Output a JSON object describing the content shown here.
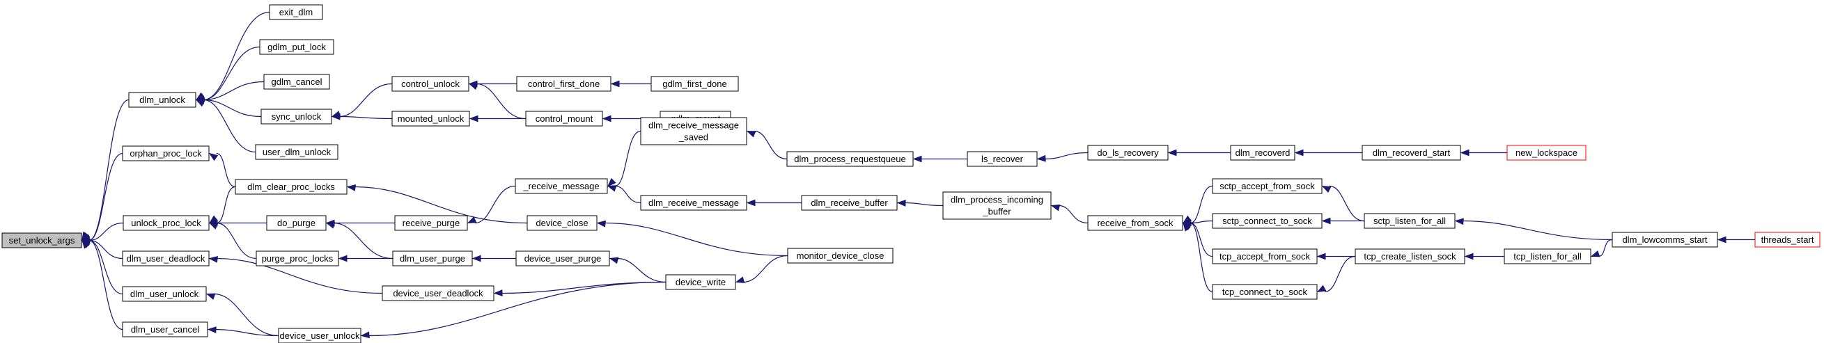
{
  "graph": {
    "edge_color": "#191970",
    "root_fill": "#bfbfbf",
    "truncated_border_color": "#ff0000",
    "nodes": [
      {
        "id": "set_unlock_args",
        "lines": [
          "set_unlock_args"
        ],
        "kind": "root"
      },
      {
        "id": "dlm_unlock",
        "lines": [
          "dlm_unlock"
        ]
      },
      {
        "id": "exit_dlm",
        "lines": [
          "exit_dlm"
        ]
      },
      {
        "id": "gdlm_put_lock",
        "lines": [
          "gdlm_put_lock"
        ]
      },
      {
        "id": "gdlm_cancel",
        "lines": [
          "gdlm_cancel"
        ]
      },
      {
        "id": "sync_unlock",
        "lines": [
          "sync_unlock"
        ]
      },
      {
        "id": "user_dlm_unlock",
        "lines": [
          "user_dlm_unlock"
        ]
      },
      {
        "id": "control_unlock",
        "lines": [
          "control_unlock"
        ]
      },
      {
        "id": "mounted_unlock",
        "lines": [
          "mounted_unlock"
        ]
      },
      {
        "id": "control_first_done",
        "lines": [
          "control_first_done"
        ]
      },
      {
        "id": "control_mount",
        "lines": [
          "control_mount"
        ]
      },
      {
        "id": "gdlm_first_done",
        "lines": [
          "gdlm_first_done"
        ]
      },
      {
        "id": "gdlm_mount",
        "lines": [
          "gdlm_mount"
        ]
      },
      {
        "id": "orphan_proc_lock",
        "lines": [
          "orphan_proc_lock"
        ]
      },
      {
        "id": "unlock_proc_lock",
        "lines": [
          "unlock_proc_lock"
        ]
      },
      {
        "id": "dlm_clear_proc_locks",
        "lines": [
          "dlm_clear_proc_locks"
        ]
      },
      {
        "id": "do_purge",
        "lines": [
          "do_purge"
        ]
      },
      {
        "id": "purge_proc_locks",
        "lines": [
          "purge_proc_locks"
        ]
      },
      {
        "id": "receive_purge",
        "lines": [
          "receive_purge"
        ]
      },
      {
        "id": "dlm_user_purge",
        "lines": [
          "dlm_user_purge"
        ]
      },
      {
        "id": "_receive_message",
        "lines": [
          "_receive_message"
        ]
      },
      {
        "id": "device_close",
        "lines": [
          "device_close"
        ]
      },
      {
        "id": "device_user_purge",
        "lines": [
          "device_user_purge"
        ]
      },
      {
        "id": "dlm_receive_message_saved",
        "lines": [
          "dlm_receive_message",
          "_saved"
        ]
      },
      {
        "id": "dlm_receive_message",
        "lines": [
          "dlm_receive_message"
        ]
      },
      {
        "id": "dlm_process_requestqueue",
        "lines": [
          "dlm_process_requestqueue"
        ]
      },
      {
        "id": "dlm_receive_buffer",
        "lines": [
          "dlm_receive_buffer"
        ]
      },
      {
        "id": "ls_recover",
        "lines": [
          "ls_recover"
        ]
      },
      {
        "id": "dlm_process_incoming_buffer",
        "lines": [
          "dlm_process_incoming",
          "_buffer"
        ]
      },
      {
        "id": "do_ls_recovery",
        "lines": [
          "do_ls_recovery"
        ]
      },
      {
        "id": "receive_from_sock",
        "lines": [
          "receive_from_sock"
        ]
      },
      {
        "id": "dlm_recoverd",
        "lines": [
          "dlm_recoverd"
        ]
      },
      {
        "id": "dlm_recoverd_start",
        "lines": [
          "dlm_recoverd_start"
        ]
      },
      {
        "id": "new_lockspace",
        "lines": [
          "new_lockspace"
        ],
        "kind": "trunc"
      },
      {
        "id": "sctp_accept_from_sock",
        "lines": [
          "sctp_accept_from_sock"
        ]
      },
      {
        "id": "sctp_connect_to_sock",
        "lines": [
          "sctp_connect_to_sock"
        ]
      },
      {
        "id": "tcp_accept_from_sock",
        "lines": [
          "tcp_accept_from_sock"
        ]
      },
      {
        "id": "tcp_connect_to_sock",
        "lines": [
          "tcp_connect_to_sock"
        ]
      },
      {
        "id": "sctp_listen_for_all",
        "lines": [
          "sctp_listen_for_all"
        ]
      },
      {
        "id": "tcp_create_listen_sock",
        "lines": [
          "tcp_create_listen_sock"
        ]
      },
      {
        "id": "tcp_listen_for_all",
        "lines": [
          "tcp_listen_for_all"
        ]
      },
      {
        "id": "dlm_lowcomms_start",
        "lines": [
          "dlm_lowcomms_start"
        ]
      },
      {
        "id": "threads_start",
        "lines": [
          "threads_start"
        ],
        "kind": "trunc"
      },
      {
        "id": "dlm_user_deadlock",
        "lines": [
          "dlm_user_deadlock"
        ]
      },
      {
        "id": "dlm_user_unlock",
        "lines": [
          "dlm_user_unlock"
        ]
      },
      {
        "id": "dlm_user_cancel",
        "lines": [
          "dlm_user_cancel"
        ]
      },
      {
        "id": "device_user_deadlock",
        "lines": [
          "device_user_deadlock"
        ]
      },
      {
        "id": "device_user_unlock",
        "lines": [
          "device_user_unlock"
        ]
      },
      {
        "id": "device_write",
        "lines": [
          "device_write"
        ]
      },
      {
        "id": "monitor_device_close",
        "lines": [
          "monitor_device_close"
        ]
      }
    ],
    "edges": [
      [
        "dlm_unlock",
        "set_unlock_args"
      ],
      [
        "orphan_proc_lock",
        "set_unlock_args"
      ],
      [
        "unlock_proc_lock",
        "set_unlock_args"
      ],
      [
        "dlm_user_deadlock",
        "set_unlock_args"
      ],
      [
        "dlm_user_unlock",
        "set_unlock_args"
      ],
      [
        "dlm_user_cancel",
        "set_unlock_args"
      ],
      [
        "exit_dlm",
        "dlm_unlock"
      ],
      [
        "gdlm_put_lock",
        "dlm_unlock"
      ],
      [
        "gdlm_cancel",
        "dlm_unlock"
      ],
      [
        "sync_unlock",
        "dlm_unlock"
      ],
      [
        "user_dlm_unlock",
        "dlm_unlock"
      ],
      [
        "control_unlock",
        "sync_unlock"
      ],
      [
        "mounted_unlock",
        "sync_unlock"
      ],
      [
        "control_first_done",
        "control_unlock"
      ],
      [
        "control_mount",
        "control_unlock"
      ],
      [
        "control_mount",
        "mounted_unlock"
      ],
      [
        "gdlm_first_done",
        "control_first_done"
      ],
      [
        "gdlm_mount",
        "control_mount"
      ],
      [
        "dlm_clear_proc_locks",
        "orphan_proc_lock"
      ],
      [
        "dlm_clear_proc_locks",
        "unlock_proc_lock"
      ],
      [
        "do_purge",
        "unlock_proc_lock"
      ],
      [
        "purge_proc_locks",
        "unlock_proc_lock"
      ],
      [
        "device_close",
        "dlm_clear_proc_locks"
      ],
      [
        "receive_purge",
        "do_purge"
      ],
      [
        "dlm_user_purge",
        "do_purge"
      ],
      [
        "dlm_user_purge",
        "purge_proc_locks"
      ],
      [
        "_receive_message",
        "receive_purge"
      ],
      [
        "device_user_purge",
        "dlm_user_purge"
      ],
      [
        "dlm_receive_message_saved",
        "_receive_message"
      ],
      [
        "dlm_receive_message",
        "_receive_message"
      ],
      [
        "dlm_process_requestqueue",
        "dlm_receive_message_saved"
      ],
      [
        "dlm_receive_buffer",
        "dlm_receive_message"
      ],
      [
        "ls_recover",
        "dlm_process_requestqueue"
      ],
      [
        "dlm_process_incoming_buffer",
        "dlm_receive_buffer"
      ],
      [
        "do_ls_recovery",
        "ls_recover"
      ],
      [
        "receive_from_sock",
        "dlm_process_incoming_buffer"
      ],
      [
        "dlm_recoverd",
        "do_ls_recovery"
      ],
      [
        "dlm_recoverd_start",
        "dlm_recoverd"
      ],
      [
        "new_lockspace",
        "dlm_recoverd_start"
      ],
      [
        "sctp_accept_from_sock",
        "receive_from_sock"
      ],
      [
        "sctp_connect_to_sock",
        "receive_from_sock"
      ],
      [
        "tcp_accept_from_sock",
        "receive_from_sock"
      ],
      [
        "tcp_connect_to_sock",
        "receive_from_sock"
      ],
      [
        "sctp_listen_for_all",
        "sctp_accept_from_sock"
      ],
      [
        "sctp_listen_for_all",
        "sctp_connect_to_sock"
      ],
      [
        "tcp_create_listen_sock",
        "tcp_accept_from_sock"
      ],
      [
        "tcp_create_listen_sock",
        "tcp_connect_to_sock"
      ],
      [
        "tcp_listen_for_all",
        "tcp_create_listen_sock"
      ],
      [
        "dlm_lowcomms_start",
        "sctp_listen_for_all"
      ],
      [
        "dlm_lowcomms_start",
        "tcp_listen_for_all"
      ],
      [
        "threads_start",
        "dlm_lowcomms_start"
      ],
      [
        "device_write",
        "device_user_purge"
      ],
      [
        "device_write",
        "device_user_deadlock"
      ],
      [
        "device_write",
        "device_user_unlock"
      ],
      [
        "monitor_device_close",
        "device_close"
      ],
      [
        "monitor_device_close",
        "device_write"
      ],
      [
        "device_user_deadlock",
        "dlm_user_deadlock"
      ],
      [
        "device_user_unlock",
        "dlm_user_unlock"
      ],
      [
        "device_user_unlock",
        "dlm_user_cancel"
      ]
    ]
  }
}
